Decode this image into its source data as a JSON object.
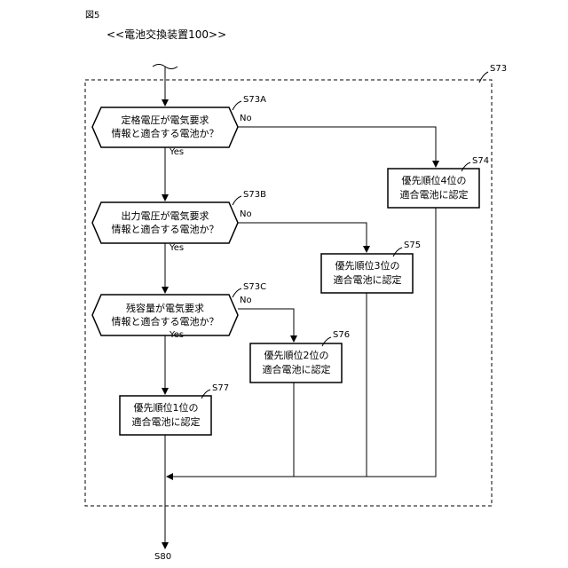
{
  "figure_label": "図5",
  "device_title": "<<電池交換装置100>>",
  "group_ref": "S73",
  "decisions": [
    {
      "ref": "S73A",
      "line1": "定格電圧が電気要求",
      "line2": "情報と適合する電池か？",
      "yes": "Yes",
      "no": "No"
    },
    {
      "ref": "S73B",
      "line1": "出力電圧が電気要求",
      "line2": "情報と適合する電池か？",
      "yes": "Yes",
      "no": "No"
    },
    {
      "ref": "S73C",
      "line1": "残容量が電気要求",
      "line2": "情報と適合する電池か？",
      "yes": "Yes",
      "no": "No"
    }
  ],
  "processes": [
    {
      "ref": "S74",
      "line1": "優先順位4位の",
      "line2": "適合電池に認定"
    },
    {
      "ref": "S75",
      "line1": "優先順位3位の",
      "line2": "適合電池に認定"
    },
    {
      "ref": "S76",
      "line1": "優先順位2位の",
      "line2": "適合電池に認定"
    },
    {
      "ref": "S77",
      "line1": "優先順位1位の",
      "line2": "適合電池に認定"
    }
  ],
  "end_ref": "S80"
}
